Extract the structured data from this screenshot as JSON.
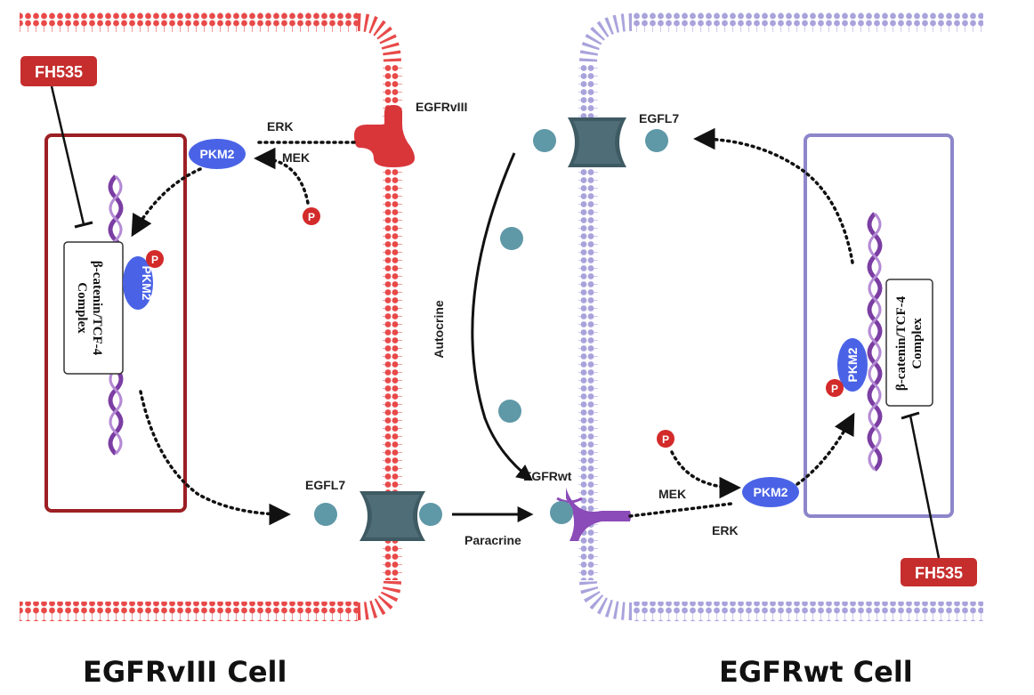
{
  "cells": {
    "left_title": "EGFRvIII Cell",
    "right_title": "EGFRwt Cell"
  },
  "labels": {
    "fh535_left": "FH535",
    "fh535_right": "FH535",
    "egfrviii": "EGFRvIII",
    "egfl7_top": "EGFL7",
    "egfl7_bottom": "EGFL7",
    "egfrwt": "EGFRwt",
    "erk_left": "ERK",
    "mek_left": "MEK",
    "mek_right": "MEK",
    "erk_right": "ERK",
    "pkm2_left": "PKM2",
    "pkm2_left_dna": "PKM2",
    "pkm2_right": "PKM2",
    "pkm2_right_dna": "PKM2",
    "p": "P",
    "autocrine": "Autocrine",
    "paracrine": "Paracrine",
    "complex_line1": "β-catenin/TCF-4",
    "complex_line2": "Complex"
  },
  "colors": {
    "left_membrane": "#e84a4a",
    "right_membrane": "#a9a3dc",
    "egfrviii_receptor": "#d9363a",
    "egfrwt_receptor": "#8b4bb8",
    "pkm2": "#4a63e6",
    "phospho": "#d32a2a",
    "egfl7_ligand": "#5f98a7",
    "channel": "#3e5a63",
    "dna": "#7b3ea3",
    "left_box": "#9c1f24",
    "right_box": "#8d86c9",
    "fh535_badge": "#c62d2d"
  },
  "icons": {
    "phospho": "phospho-circle-icon",
    "ligand": "egfl7-ligand-icon",
    "channel": "transmembrane-channel-icon"
  }
}
